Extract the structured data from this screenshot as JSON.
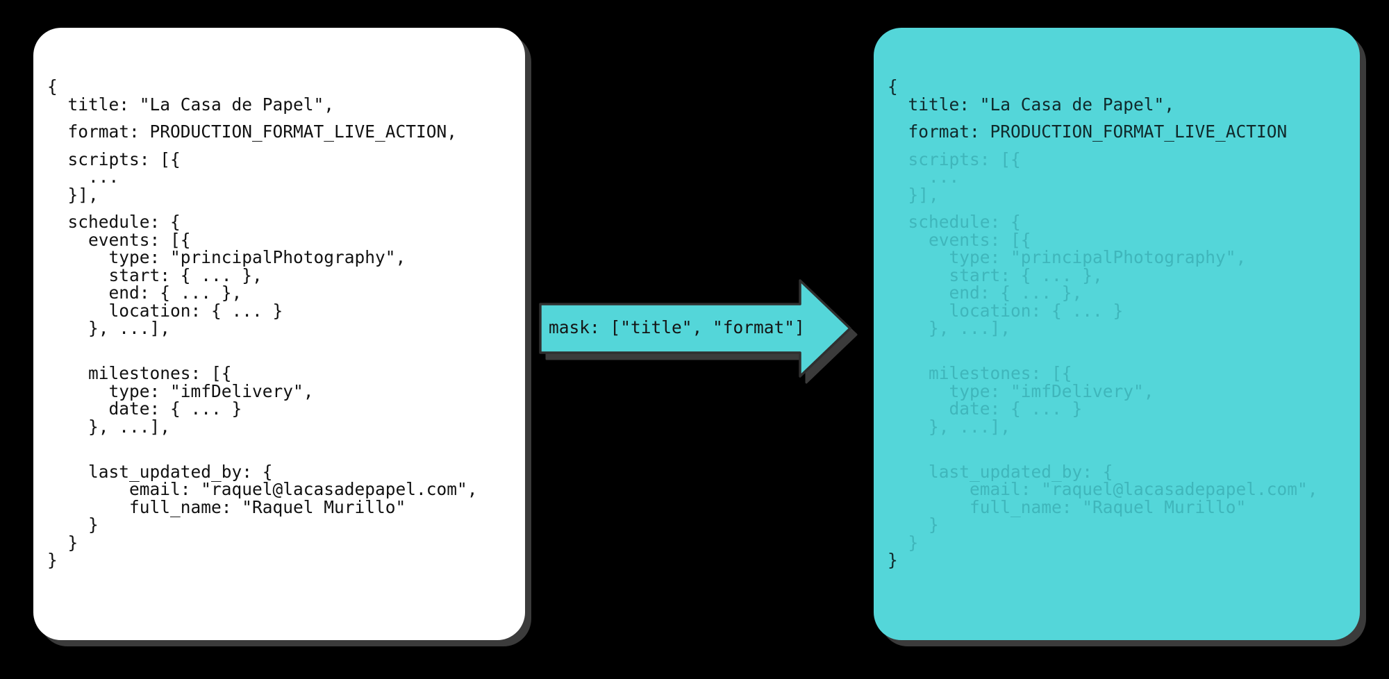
{
  "theme": {
    "background": "#000000",
    "card_source_bg": "#ffffff",
    "card_masked_bg": "#54d6d9",
    "shadow": "#3b3b3b",
    "text_dark": "#111111",
    "text_faded": "#3fb6bb",
    "arrow_fill": "#54d6d9"
  },
  "source_card": {
    "name": "source-payload",
    "lines": [
      {
        "text": "{",
        "gap": false
      },
      {
        "text": "  title: \"La Casa de Papel\",",
        "gap": false
      },
      {
        "text": "  format: PRODUCTION_FORMAT_LIVE_ACTION,",
        "gap": true
      },
      {
        "text": "  scripts: [{",
        "gap": true
      },
      {
        "text": "    ...",
        "gap": false
      },
      {
        "text": "  }],",
        "gap": false
      },
      {
        "text": "  schedule: {",
        "gap": true
      },
      {
        "text": "    events: [{",
        "gap": false
      },
      {
        "text": "      type: \"principalPhotography\",",
        "gap": false
      },
      {
        "text": "      start: { ... },",
        "gap": false
      },
      {
        "text": "      end: { ... },",
        "gap": false
      },
      {
        "text": "      location: { ... }",
        "gap": false
      },
      {
        "text": "    }, ...],",
        "gap": false
      },
      {
        "text": "",
        "gap": false
      },
      {
        "text": "    milestones: [{",
        "gap": true
      },
      {
        "text": "      type: \"imfDelivery\",",
        "gap": false
      },
      {
        "text": "      date: { ... }",
        "gap": false
      },
      {
        "text": "    }, ...],",
        "gap": false
      },
      {
        "text": "",
        "gap": false
      },
      {
        "text": "    last_updated_by: {",
        "gap": true
      },
      {
        "text": "        email: \"raquel@lacasadepapel.com\",",
        "gap": false
      },
      {
        "text": "        full_name: \"Raquel Murillo\"",
        "gap": false
      },
      {
        "text": "    }",
        "gap": false
      },
      {
        "text": "  }",
        "gap": false
      },
      {
        "text": "}",
        "gap": false
      }
    ]
  },
  "masked_card": {
    "name": "masked-payload",
    "lines": [
      {
        "text": "{",
        "gap": false,
        "visible": true
      },
      {
        "text": "  title: \"La Casa de Papel\",",
        "gap": false,
        "visible": true
      },
      {
        "text": "  format: PRODUCTION_FORMAT_LIVE_ACTION",
        "gap": true,
        "visible": true
      },
      {
        "text": "  scripts: [{",
        "gap": true,
        "visible": false
      },
      {
        "text": "    ...",
        "gap": false,
        "visible": false
      },
      {
        "text": "  }],",
        "gap": false,
        "visible": false
      },
      {
        "text": "  schedule: {",
        "gap": true,
        "visible": false
      },
      {
        "text": "    events: [{",
        "gap": false,
        "visible": false
      },
      {
        "text": "      type: \"principalPhotography\",",
        "gap": false,
        "visible": false
      },
      {
        "text": "      start: { ... },",
        "gap": false,
        "visible": false
      },
      {
        "text": "      end: { ... },",
        "gap": false,
        "visible": false
      },
      {
        "text": "      location: { ... }",
        "gap": false,
        "visible": false
      },
      {
        "text": "    }, ...],",
        "gap": false,
        "visible": false
      },
      {
        "text": "",
        "gap": false,
        "visible": false
      },
      {
        "text": "    milestones: [{",
        "gap": true,
        "visible": false
      },
      {
        "text": "      type: \"imfDelivery\",",
        "gap": false,
        "visible": false
      },
      {
        "text": "      date: { ... }",
        "gap": false,
        "visible": false
      },
      {
        "text": "    }, ...],",
        "gap": false,
        "visible": false
      },
      {
        "text": "",
        "gap": false,
        "visible": false
      },
      {
        "text": "    last_updated_by: {",
        "gap": true,
        "visible": false
      },
      {
        "text": "        email: \"raquel@lacasadepapel.com\",",
        "gap": false,
        "visible": false
      },
      {
        "text": "        full_name: \"Raquel Murillo\"",
        "gap": false,
        "visible": false
      },
      {
        "text": "    }",
        "gap": false,
        "visible": false
      },
      {
        "text": "  }",
        "gap": false,
        "visible": false
      },
      {
        "text": "}",
        "gap": false,
        "visible": true
      }
    ]
  },
  "arrow": {
    "label": "mask: [\"title\", \"format\"]",
    "direction": "right"
  }
}
